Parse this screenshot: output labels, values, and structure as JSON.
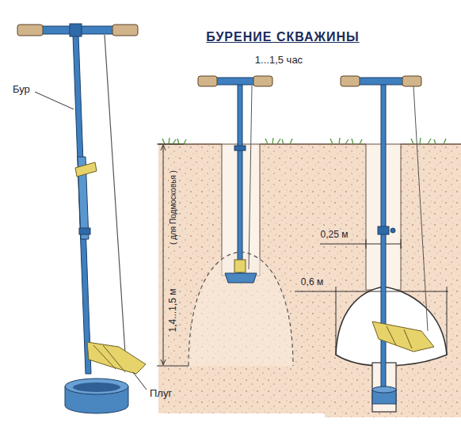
{
  "diagram": {
    "title": "БУРЕНИЕ СКВАЖИНЫ",
    "labels": [
      "1...1,5 час",
      "Бур",
      "Плуг",
      "1,4...1,5 м",
      "( для Подмосковья )",
      "0,25 м",
      "0,6 м"
    ]
  }
}
